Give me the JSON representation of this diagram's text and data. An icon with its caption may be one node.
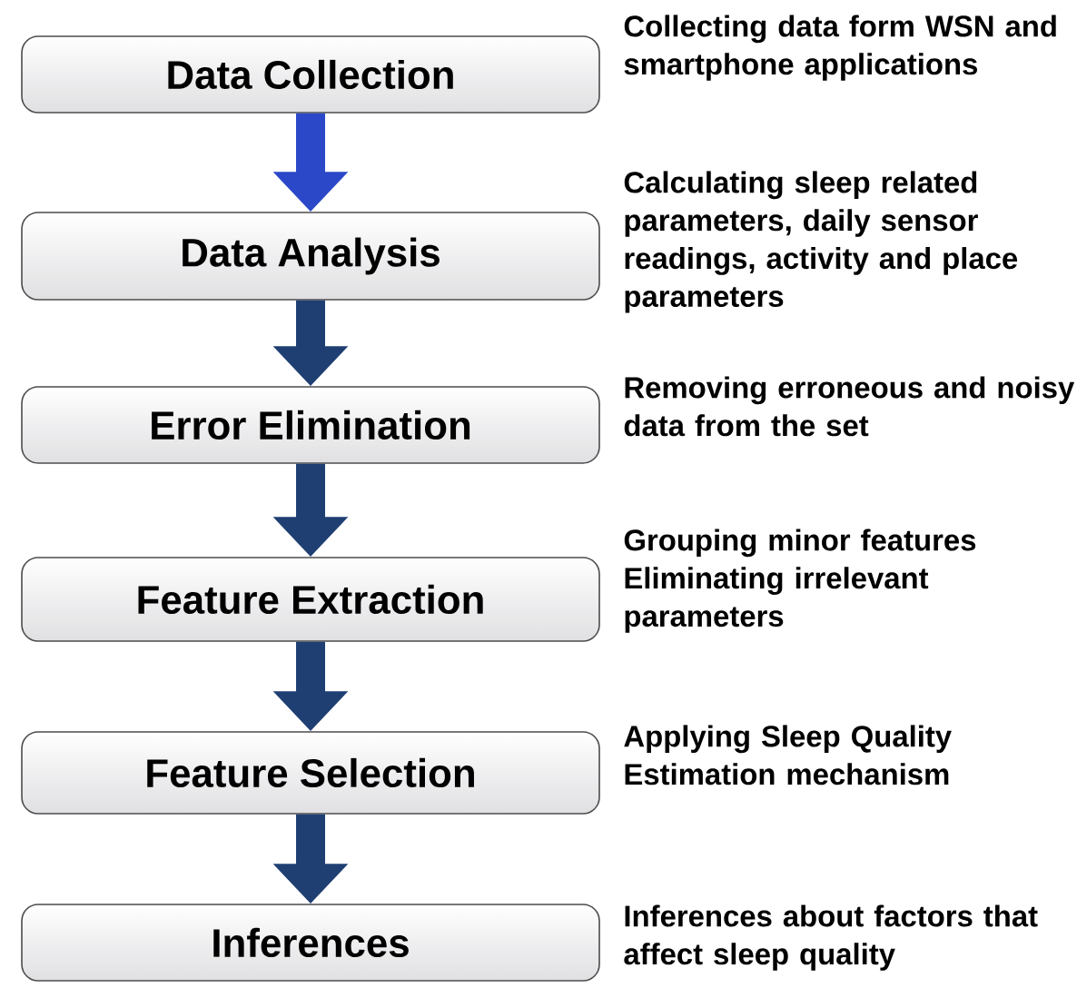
{
  "diagram": {
    "nodes": [
      {
        "text": [
          "Data Collection"
        ],
        "beside": [
          "Collecting data form WSN and smartphone applications"
        ]
      },
      {
        "text": [
          "Data Analysis"
        ],
        "beside": [
          "Calculating sleep related parameters, daily sensor readings, activity and place parameters"
        ]
      },
      {
        "text": [
          "Error Elimination"
        ],
        "beside": [
          "Removing erroneous and noisy data from the set"
        ]
      },
      {
        "text": [
          "Feature Extraction"
        ],
        "beside": [
          "Grouping minor features Eliminating irrelevant parameters"
        ]
      },
      {
        "text": [
          "Feature Selection"
        ],
        "beside": [
          "Applying Sleep Quality Estimation mechanism"
        ]
      },
      {
        "text": [
          "Inferences"
        ],
        "beside": [
          "Inferences about factors that affect sleep quality"
        ]
      }
    ],
    "edges": [
      {
        "from": 0,
        "to": 1,
        "arrow": "to",
        "color": "#2a48c8"
      },
      {
        "from": 1,
        "to": 2,
        "arrow": "to"
      },
      {
        "from": 2,
        "to": 3,
        "arrow": "to"
      },
      {
        "from": 3,
        "to": 4,
        "arrow": "to"
      },
      {
        "from": 4,
        "to": 5,
        "arrow": "to"
      }
    ]
  }
}
